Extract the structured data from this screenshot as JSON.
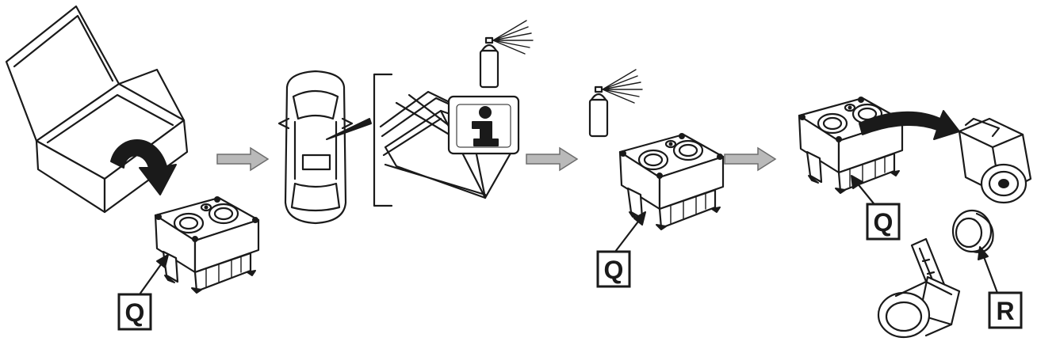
{
  "labels": {
    "q1": "Q",
    "q2": "Q",
    "q3": "Q",
    "r": "R"
  },
  "icons": {
    "info": "information-icon",
    "spray": "spray-can-icon"
  }
}
